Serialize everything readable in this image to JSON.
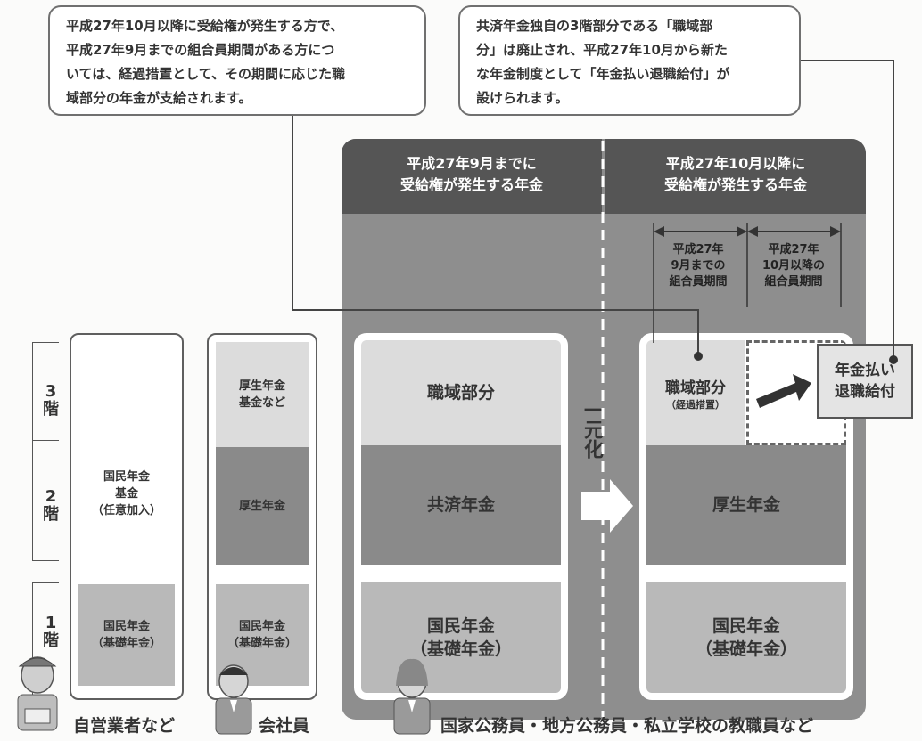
{
  "callouts": {
    "left": "平成27年10月以降に受給権が発生する方で、\n平成27年9月までの組合員期間がある方につ\nいては、経過措置として、その期間に応じた職\n域部分の年金が支給されます。",
    "right": "共済年金独自の3階部分である「職域部\n分」は廃止され、平成27年10月から新た\nな年金制度として「年金払い退職給付」が\n設けられます。"
  },
  "floors": [
    "3\n階",
    "2\n階",
    "1\n階"
  ],
  "self_employed": {
    "fund": "国民年金\n基金\n（任意加入）",
    "basic": "国民年金\n（基礎年金）",
    "label": "自営業者など"
  },
  "employee": {
    "fund": "厚生年金\n基金など",
    "kosei": "厚生年金",
    "basic": "国民年金\n（基礎年金）",
    "label": "会社員"
  },
  "civil_servant": {
    "label": "国家公務員・地方公務員・私立学校の教職員など",
    "before": {
      "header": "平成27年9月までに\n受給権が発生する年金",
      "shokuiki": "職域部分",
      "kyosai": "共済年金",
      "basic": "国民年金\n（基礎年金）"
    },
    "after": {
      "header": "平成27年10月以降に\n受給権が発生する年金",
      "period_before": "平成27年\n9月までの\n組合員期間",
      "period_after": "平成27年\n10月以降の\n組合員期間",
      "shokuiki": "職域部分",
      "shokuiki_note": "（経過措置）",
      "kosei": "厚生年金",
      "basic": "国民年金\n（基礎年金）",
      "new_benefit": "年金払い\n退職給付"
    },
    "unify": "一元化"
  },
  "colors": {
    "panel": "#8e8e8e",
    "header": "#555555",
    "tier3": "#dcdcdc",
    "tier2": "#8a8a8a",
    "tier1": "#b9b9b9"
  }
}
